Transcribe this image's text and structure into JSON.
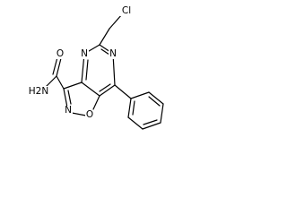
{
  "molecule": {
    "atoms": {
      "chlorine": "Cl",
      "pyrimidine_n_top": "N",
      "pyrimidine_n_right": "N",
      "isoxazole_n": "N",
      "isoxazole_o": "O",
      "amide_o": "O",
      "amide_n": "H2N"
    }
  }
}
